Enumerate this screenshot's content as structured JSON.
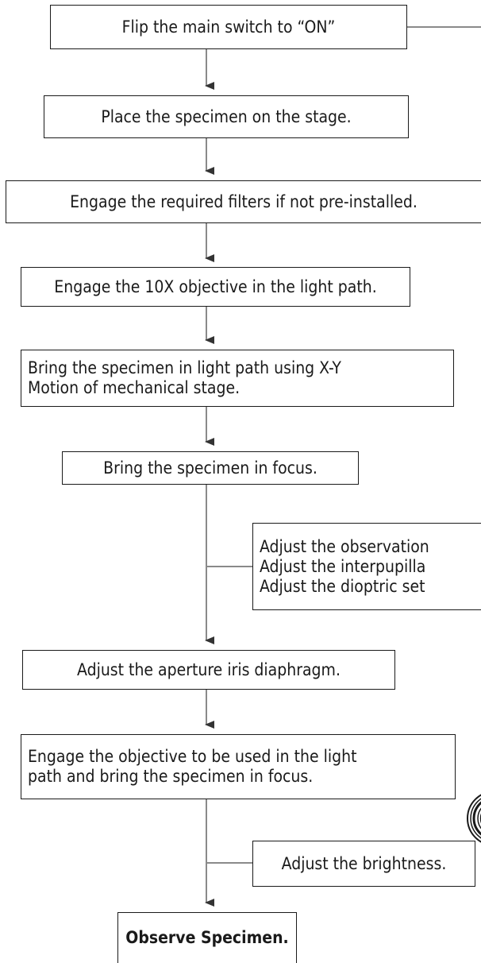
{
  "flowchart": {
    "steps": [
      {
        "id": "step-1",
        "lines": [
          "Flip the main switch to “ON”"
        ]
      },
      {
        "id": "step-2",
        "lines": [
          "Place the specimen on the stage."
        ]
      },
      {
        "id": "step-3",
        "lines": [
          "Engage the required filters if not pre-installed."
        ]
      },
      {
        "id": "step-4",
        "lines": [
          "Engage the 10X objective in the light path."
        ]
      },
      {
        "id": "step-5",
        "lines": [
          "Bring the specimen in light path using X-Y",
          "Motion of mechanical stage."
        ]
      },
      {
        "id": "step-6",
        "lines": [
          "Bring the specimen in focus."
        ]
      },
      {
        "id": "step-7",
        "lines": [
          "Adjust the aperture iris diaphragm."
        ]
      },
      {
        "id": "step-8",
        "lines": [
          "Engage the objective to be used in the light",
          "path and bring the specimen in focus."
        ]
      },
      {
        "id": "step-9",
        "lines": [
          "Observe Specimen."
        ]
      }
    ],
    "side_notes": [
      {
        "id": "side-1",
        "lines": [
          "Adjust the observation",
          "Adjust the interpupilla",
          "Adjust the dioptric set"
        ]
      },
      {
        "id": "side-2",
        "lines": [
          "Adjust the brightness."
        ]
      }
    ]
  },
  "icons": {
    "cropped_right_edge": "magnifier-ring-icon"
  },
  "colors": {
    "line": "#8a8a8a",
    "arrow": "#333333",
    "border": "#1a1a1a"
  }
}
